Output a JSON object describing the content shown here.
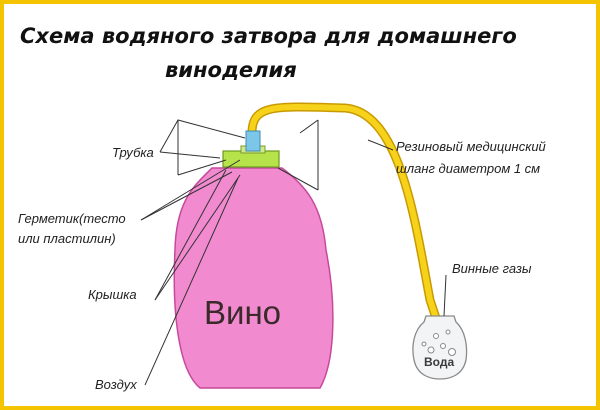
{
  "title": {
    "line1": "Схема водяного затвора для домашнего",
    "line2": "виноделия"
  },
  "labels": {
    "tube": "Трубка",
    "sealant_line1": "Герметик(тесто",
    "sealant_line2": "или пластилин)",
    "lid": "Крышка",
    "air": "Воздух",
    "hose_line1": "Резиновый медицинский",
    "hose_line2": "шланг диаметром 1 см",
    "gases": "Винные газы",
    "wine": "Вино",
    "water": "Вода"
  },
  "colors": {
    "frame": "#f5c400",
    "bottle": "#f28ad0",
    "hose": "#f7d21a",
    "lid": "#b7e34a",
    "tube": "#7cc7e8",
    "jar_water": "#f2f4f6"
  }
}
